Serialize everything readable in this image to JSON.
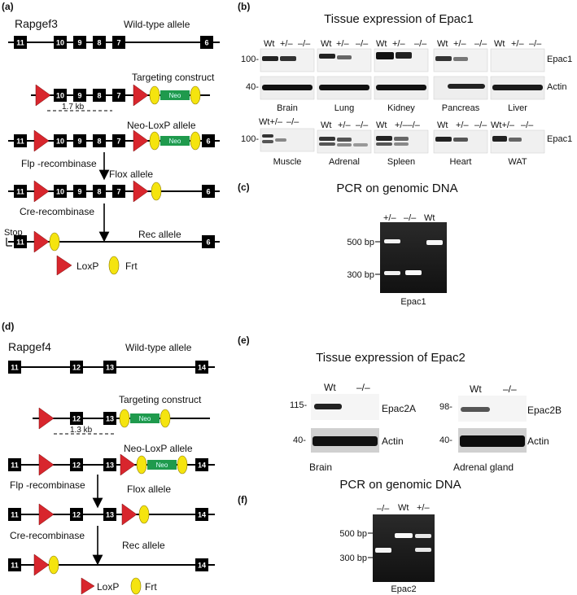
{
  "panels": {
    "a": "(a)",
    "b": "(b)",
    "c": "(c)",
    "d": "(d)",
    "e": "(e)",
    "f": "(f)"
  },
  "rapgef3": {
    "gene": "Rapgef3",
    "wt": "Wild-type allele",
    "targeting": "Targeting construct",
    "neo_loxp": "Neo-LoxP allele",
    "flox": "Flox allele",
    "rec": "Rec allele",
    "flp": "Flp -recombinase",
    "cre": "Cre-recombinase",
    "stop": "Stop",
    "kb": "1.7 kb",
    "neo": "Neo",
    "exons": {
      "e11": "11",
      "e10": "10",
      "e9": "9",
      "e8": "8",
      "e7": "7",
      "e6": "6"
    },
    "loxp": "LoxP",
    "frt": "Frt"
  },
  "rapgef4": {
    "gene": "Rapgef4",
    "wt": "Wild-type allele",
    "targeting": "Targeting construct",
    "neo_loxp": "Neo-LoxP allele",
    "flox": "Flox allele",
    "rec": "Rec allele",
    "flp": "Flp -recombinase",
    "cre": "Cre-recombinase",
    "kb": "1.3 kb",
    "neo": "Neo",
    "exons": {
      "e11": "11",
      "e12": "12",
      "e13": "13",
      "e14": "14"
    },
    "loxp": "LoxP",
    "frt": "Frt"
  },
  "epac1_blot": {
    "title": "Tissue expression of Epac1",
    "genotypes": {
      "wt": "Wt",
      "het": "+/–",
      "ko": "–/–",
      "het_ko": "+/––/–",
      "wt_het": "Wt+/–"
    },
    "markers": {
      "m100": "100-",
      "m40": "40-"
    },
    "row_labels": {
      "epac1": "Epac1",
      "actin": "Actin"
    },
    "tissues_top": [
      "Brain",
      "Lung",
      "Kidney",
      "Pancreas",
      "Liver"
    ],
    "tissues_bottom": [
      "Muscle",
      "Adrenal",
      "Spleen",
      "Heart",
      "WAT"
    ]
  },
  "pcr1": {
    "title": "PCR on genomic DNA",
    "lanes": [
      "+/–",
      "–/–",
      "Wt"
    ],
    "markers": {
      "m500": "500 bp",
      "m300": "300 bp"
    },
    "caption": "Epac1"
  },
  "epac2_blot": {
    "title": "Tissue expression of Epac2",
    "genotypes": {
      "wt": "Wt",
      "ko": "–/–"
    },
    "markers": {
      "m115": "115-",
      "m98": "98-",
      "m40": "40-"
    },
    "labels": {
      "epac2a": "Epac2A",
      "epac2b": "Epac2B",
      "actin": "Actin"
    },
    "tissues": [
      "Brain",
      "Adrenal gland"
    ]
  },
  "pcr2": {
    "title": "PCR on genomic DNA",
    "lanes": [
      "–/–",
      "Wt",
      "+/–"
    ],
    "markers": {
      "m500": "500 bp",
      "m300": "300 bp"
    },
    "caption": "Epac2"
  },
  "colors": {
    "loxp": "#d8262d",
    "frt": "#f5e40f",
    "neo": "#1f9a4d",
    "exon": "#000000"
  }
}
